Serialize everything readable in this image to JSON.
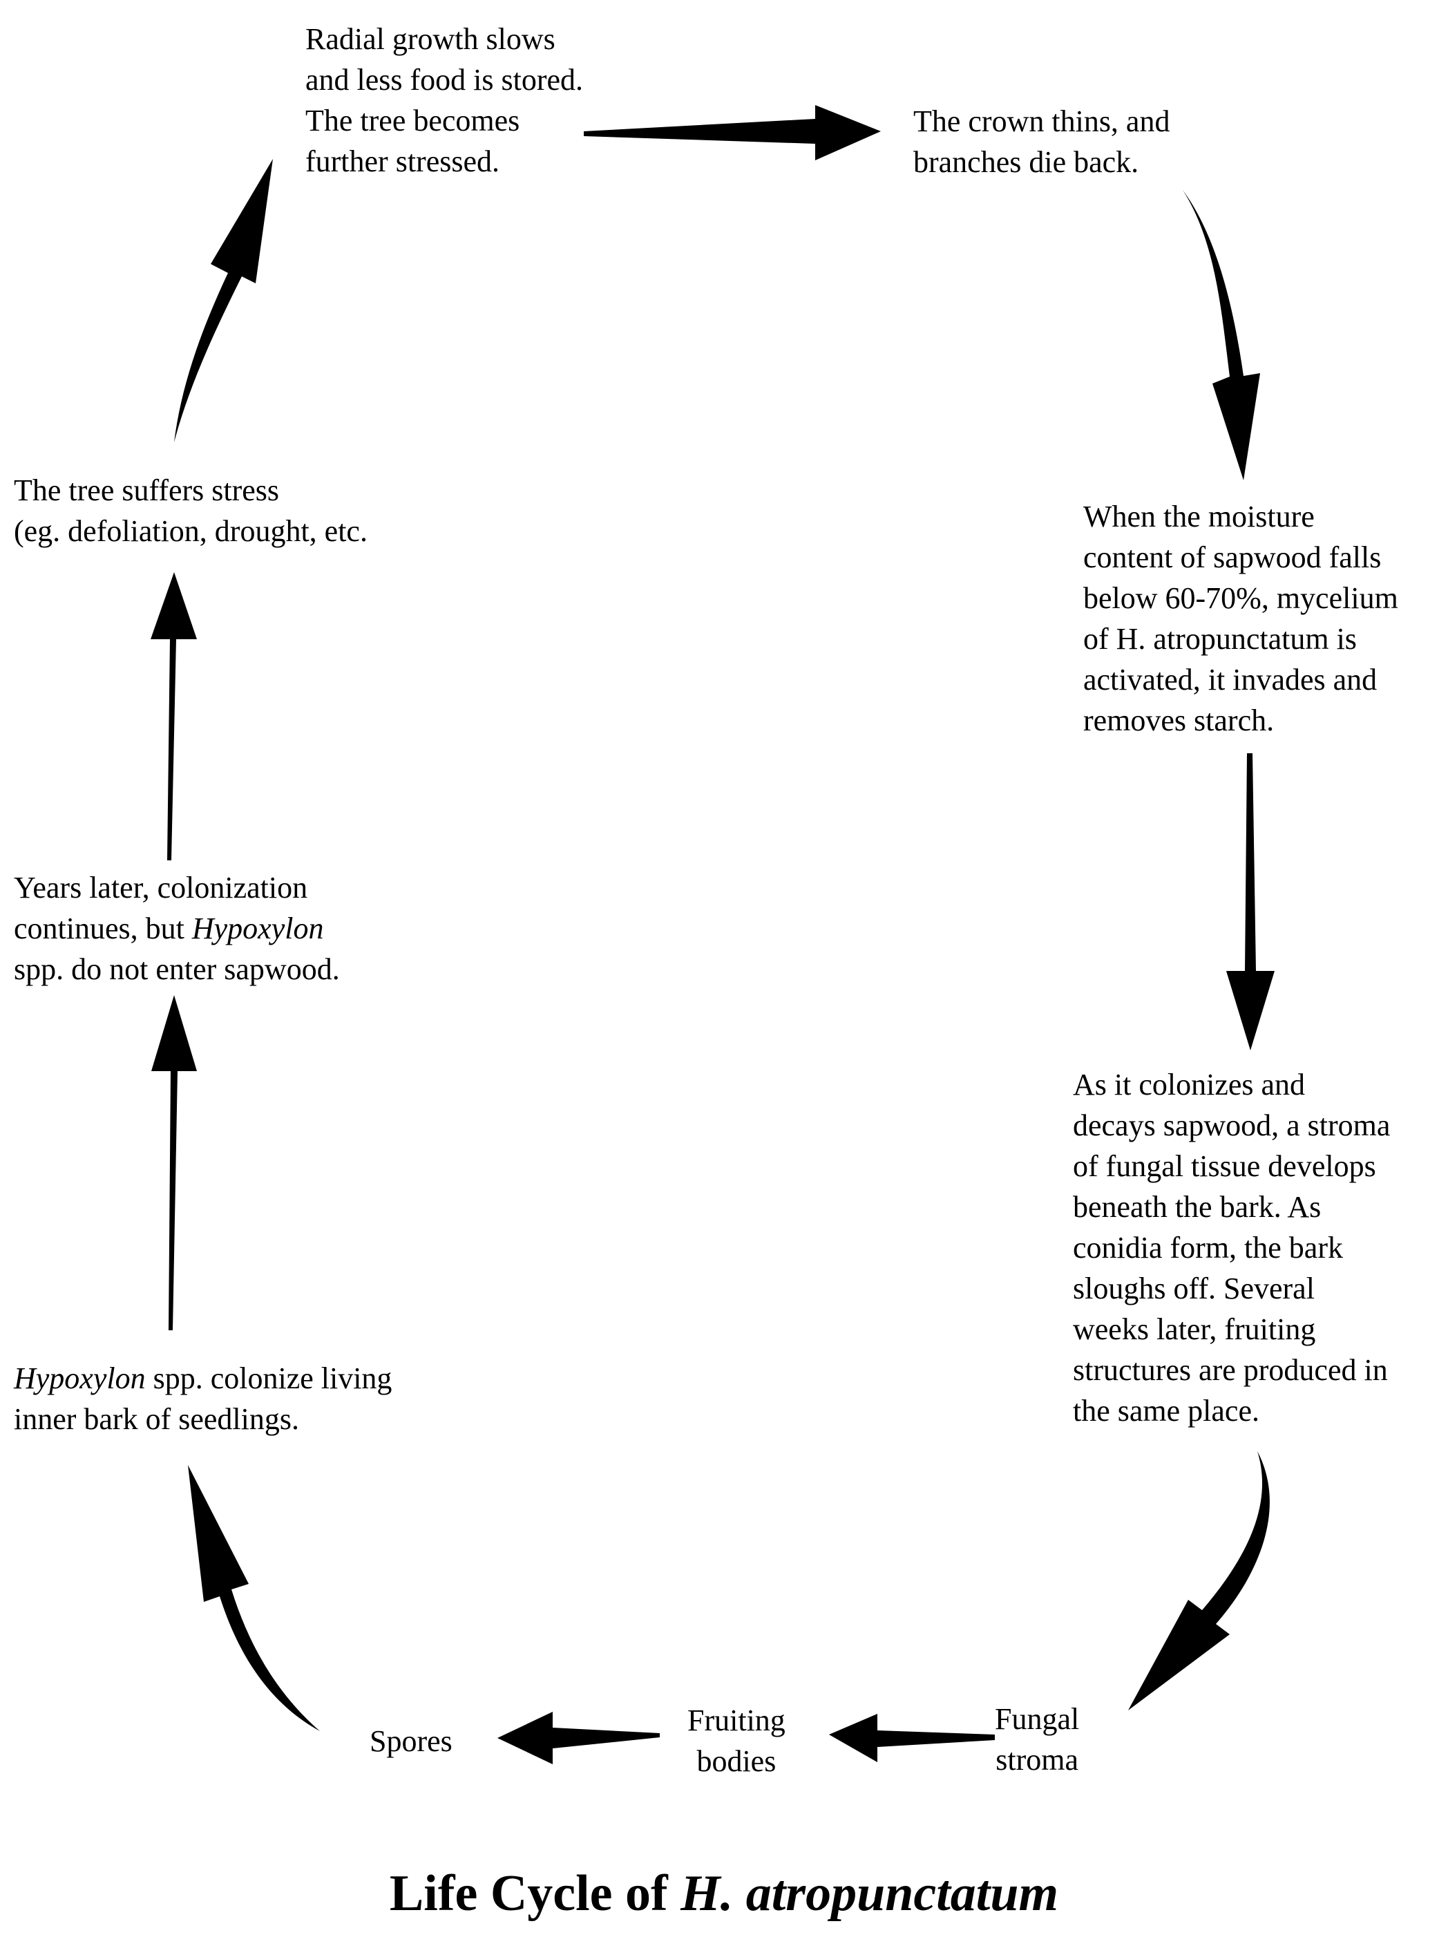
{
  "title": {
    "prefix": "Life Cycle of ",
    "species": "H. atropunctatum"
  },
  "nodes": {
    "radial_growth": [
      "Radial growth slows",
      "and less food is stored.",
      "The tree becomes",
      "further stressed."
    ],
    "crown_thins": [
      "The crown thins, and",
      "branches die back."
    ],
    "moisture": [
      "When the moisture",
      "content of sapwood falls",
      "below 60-70%, mycelium",
      "of H. atropunctatum is",
      "activated, it invades and",
      "removes starch."
    ],
    "colonizes": [
      "As it colonizes and",
      "decays sapwood, a stroma",
      "of fungal tissue develops",
      "beneath the bark.  As",
      "conidia form, the bark",
      "sloughs off.  Several",
      "weeks later, fruiting",
      "structures are produced in",
      "the same place."
    ],
    "fungal_stroma": [
      "Fungal",
      "stroma"
    ],
    "fruiting_bodies": [
      "Fruiting",
      "bodies"
    ],
    "spores": "Spores",
    "hypoxylon_colonize": {
      "line1_genus": "Hypoxylon",
      "line1_rest": " spp. colonize living",
      "line2": "inner bark of seedlings."
    },
    "years_later": {
      "line1": "Years later, colonization",
      "line2_pre": "continues, but ",
      "line2_genus": "Hypoxylon",
      "line3": "spp. do not enter sapwood."
    },
    "tree_stress": [
      "The tree suffers stress",
      "(eg. defoliation, drought, etc."
    ]
  }
}
